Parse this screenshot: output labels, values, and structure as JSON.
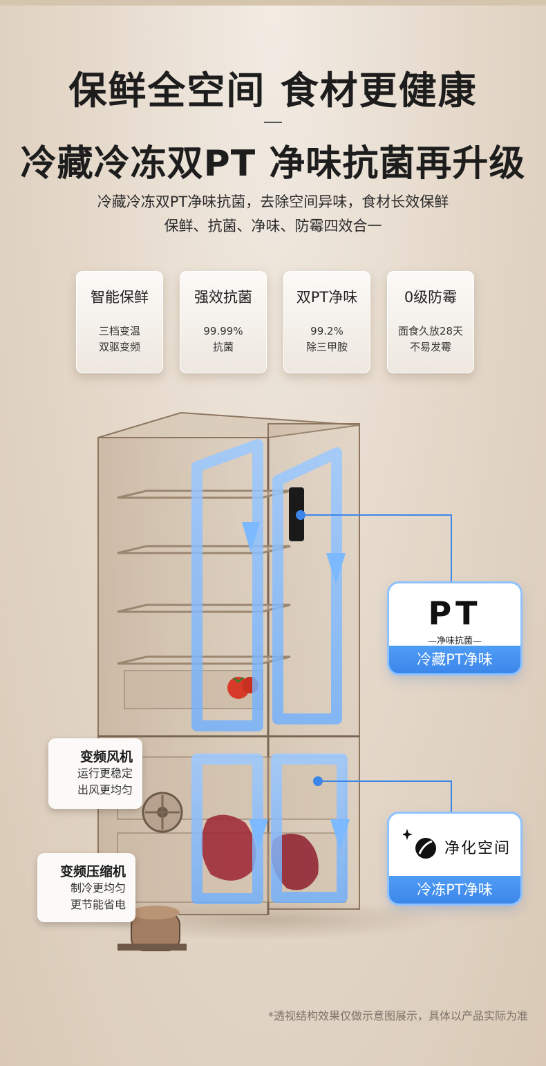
{
  "header": {
    "title": "保鲜全空间 食材更健康",
    "subtitle": "冷藏冷冻双PT 净味抗菌再升级",
    "desc_line1": "冷藏冷冻双PT净味抗菌，去除空间异味，食材长效保鲜",
    "desc_line2": "保鲜、抗菌、净味、防霉四效合一"
  },
  "features": [
    {
      "title": "智能保鲜",
      "line1": "三档变温",
      "line2": "双驱变频"
    },
    {
      "title": "强效抗菌",
      "line1": "99.99%",
      "line2": "抗菌"
    },
    {
      "title": "双PT净味",
      "line1": "99.2%",
      "line2": "除三甲胺"
    },
    {
      "title": "0级防霉",
      "line1": "面食久放28天",
      "line2": "不易发霉"
    }
  ],
  "callouts": {
    "fan": {
      "title": "变频风机",
      "line1": "运行更稳定",
      "line2": "出风更均匀"
    },
    "compressor": {
      "title": "变频压缩机",
      "line1": "制冷更均匀",
      "line2": "更节能省电"
    }
  },
  "pt_fridge": {
    "logo": "PT",
    "sub": "—净味抗菌—",
    "footer": "冷藏PT净味"
  },
  "pt_freezer": {
    "label": "净化空间",
    "footer": "冷冻PT净味"
  },
  "footnote": "*透视结构效果仅做示意图展示，具体以产品实际为准",
  "colors": {
    "accent": "#3c86ea",
    "airflow": "#8ec2ff"
  }
}
